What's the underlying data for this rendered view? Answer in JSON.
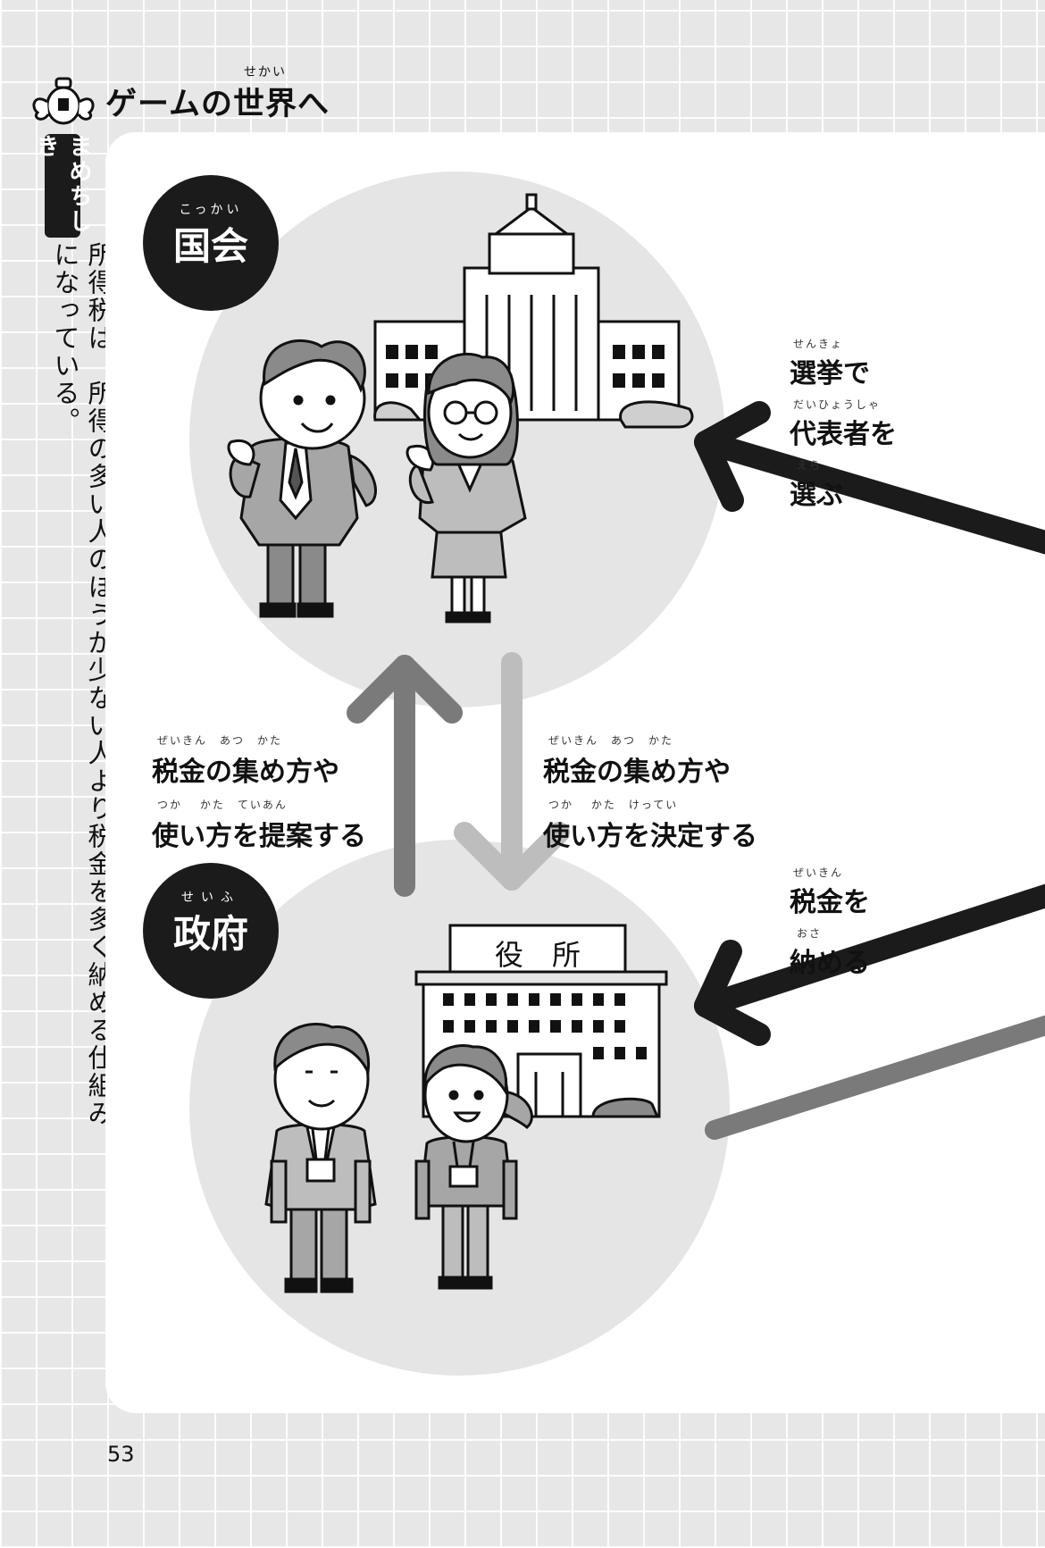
{
  "header": {
    "title_main": "ゲームの",
    "title_word": "世界",
    "title_word_reading": "せかい",
    "title_tail": "へ"
  },
  "sidebar": {
    "tab_label": "まめちしき",
    "body_text": "所得税は、所得の多い人のほうが少ない人より税金を多く納める仕組みになっている。"
  },
  "diagram": {
    "top_badge": {
      "label": "国会",
      "reading": "こっかい"
    },
    "bottom_badge": {
      "label": "政府",
      "reading": "せいふ"
    },
    "building_sign": "役　所",
    "left_label": {
      "line1": "税金の集め方や",
      "line1_reading": "ぜいきん　あつ　かた",
      "line2": "使い方を提案する",
      "line2_reading": "つか　 かた　ていあん"
    },
    "middle_label": {
      "line1": "税金の集め方や",
      "line1_reading": "ぜいきん　あつ　かた",
      "line2": "使い方を決定する",
      "line2_reading": "つか　 かた　けってい"
    },
    "right_top_label": {
      "line1": "選挙で",
      "line1_reading": "せんきょ",
      "line2": "代表者を",
      "line2_reading": "だいひょうしゃ",
      "line3": "選ぶ",
      "line3_reading": "えら"
    },
    "right_bottom_label": {
      "line1": "税金を",
      "line1_reading": "ぜいきん",
      "line2": "納める",
      "line2_reading": "おさ"
    }
  },
  "page_number": "53",
  "colors": {
    "dark": "#1b1b1b",
    "arrow_mid": "#7a7a7a",
    "arrow_light": "#bdbdbd",
    "circle": "#e5e5e5"
  }
}
